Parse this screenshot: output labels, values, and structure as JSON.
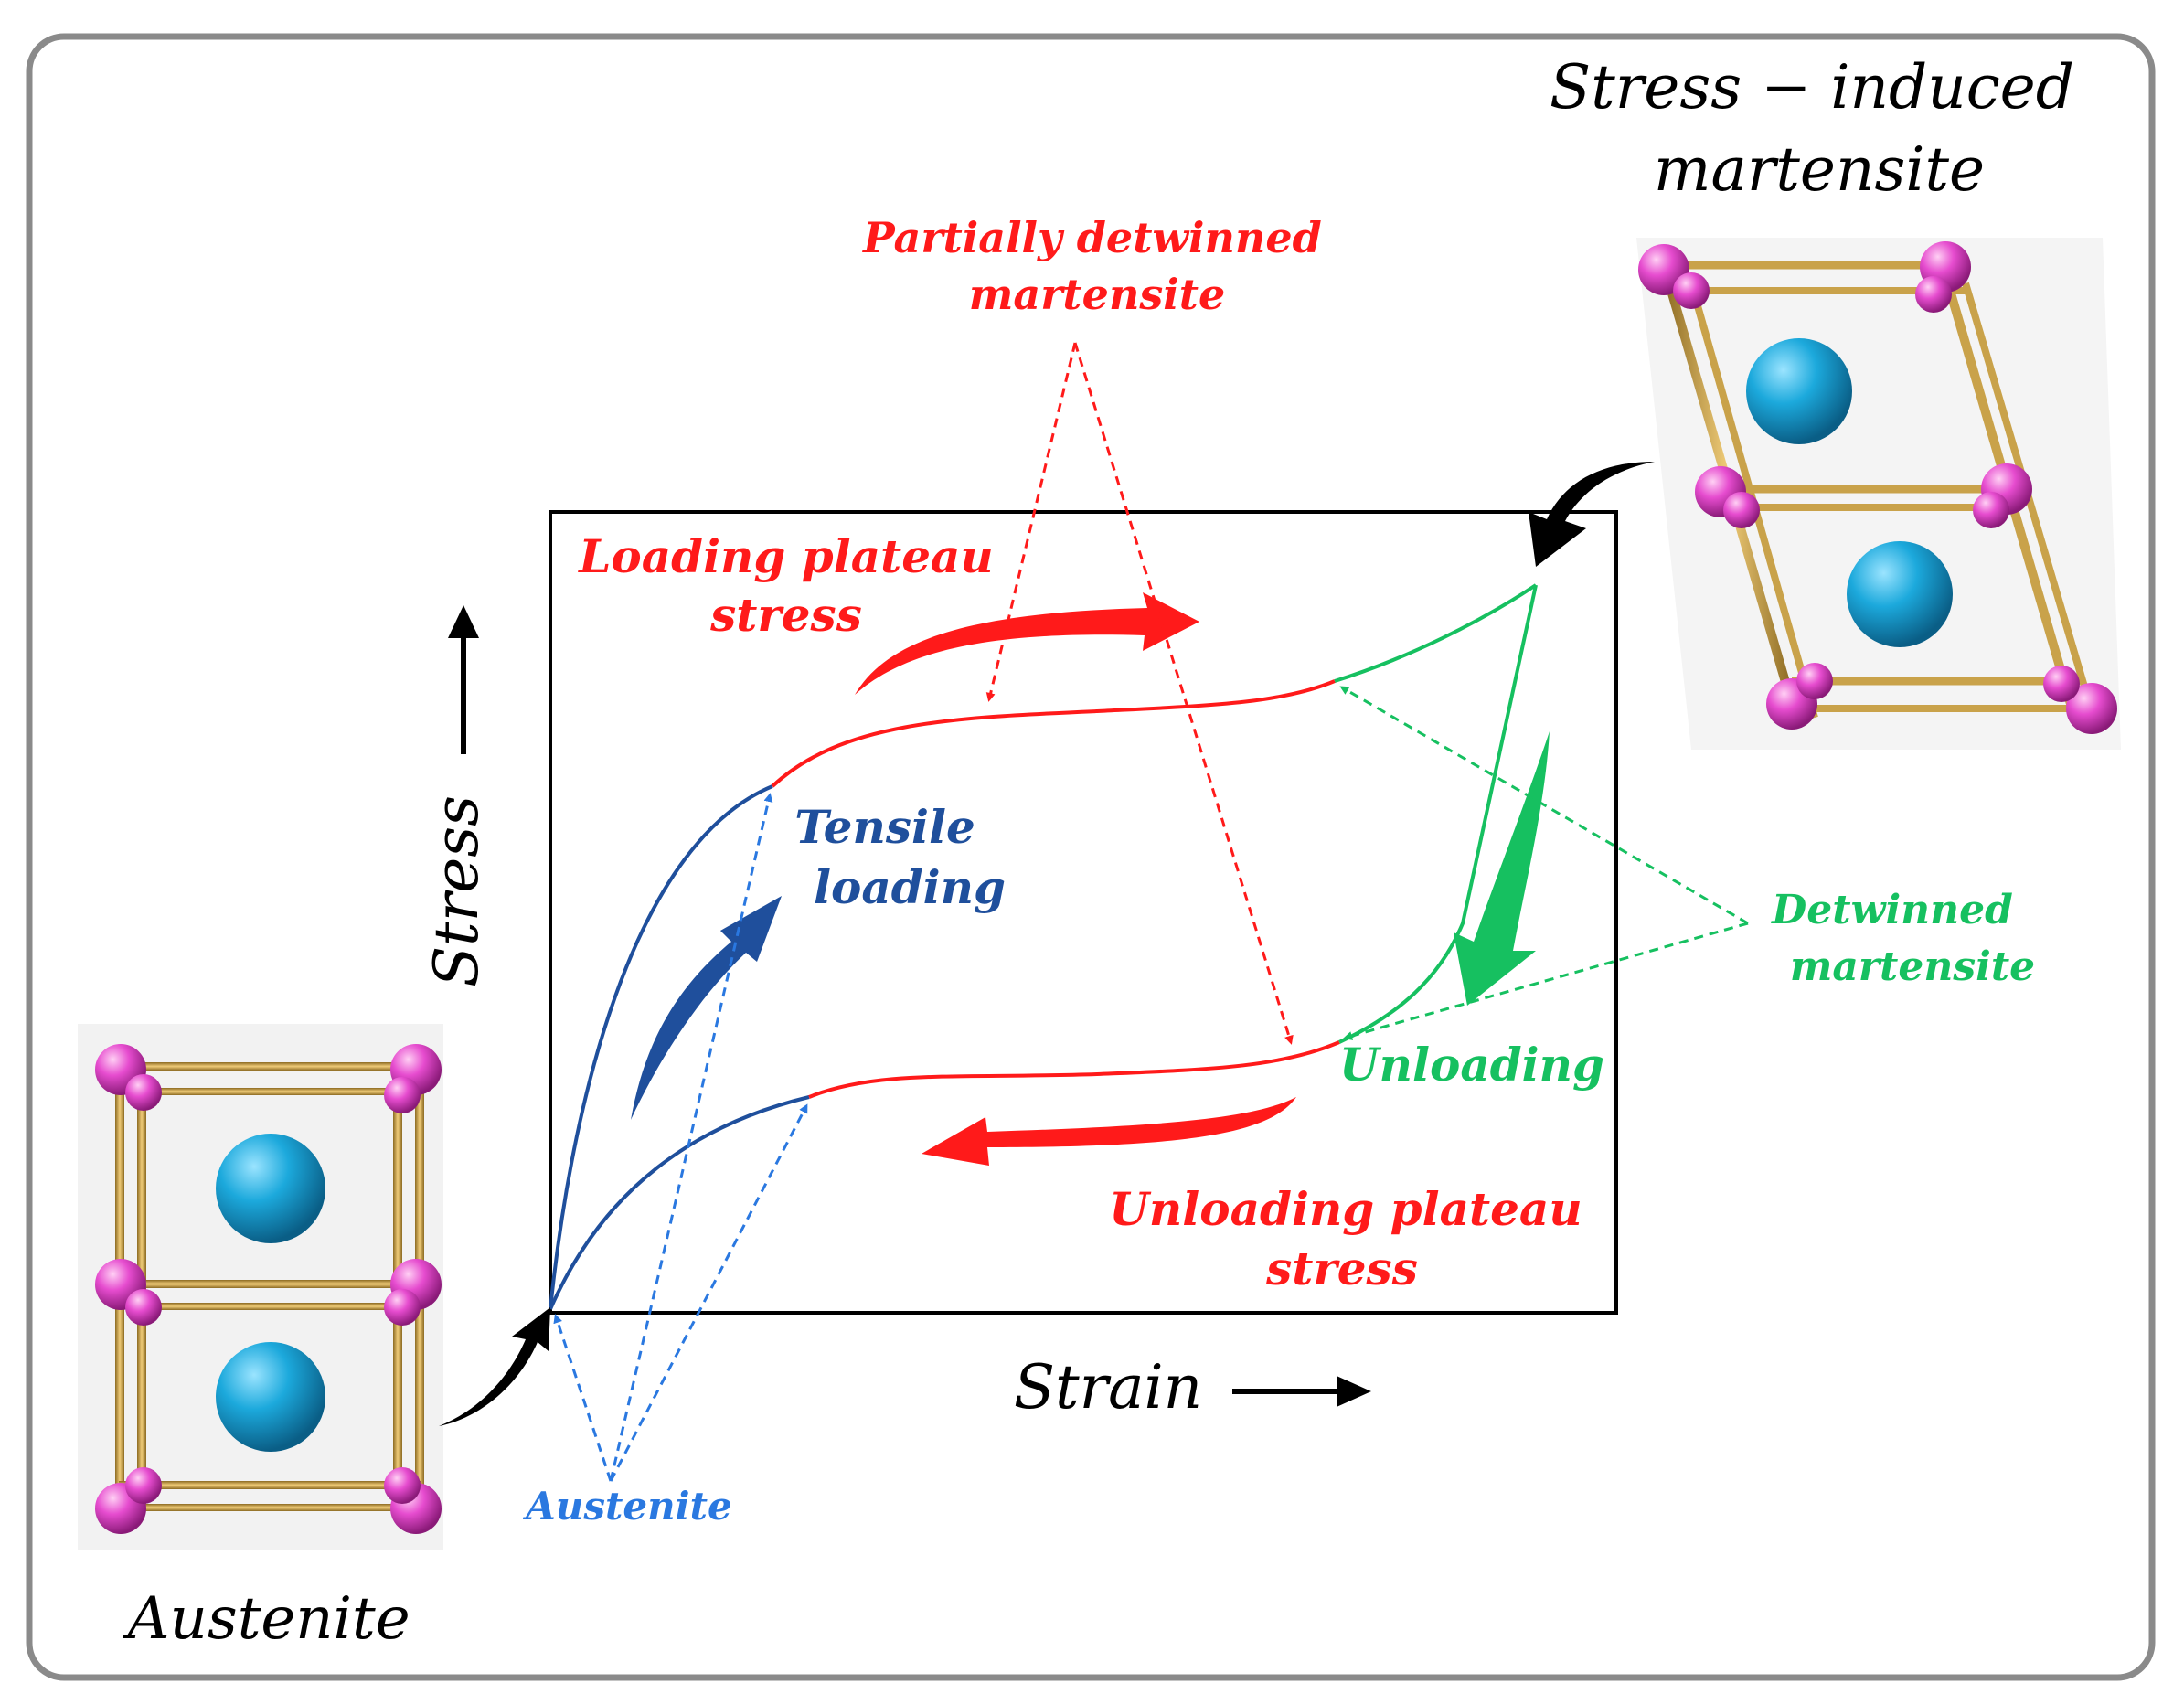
{
  "colors": {
    "frame": "#8a8a8a",
    "red": "#ff1a1a",
    "blue": "#1f4f9c",
    "blue_dash": "#2a78e0",
    "green": "#16c060",
    "black": "#000000",
    "atom_pink": "#e040c8",
    "atom_blue": "#1ba8d8",
    "bar_gold": "#c9a24a"
  },
  "labels": {
    "austenite_caption": "Austenite",
    "martensite_caption_line1": "Stress − induced",
    "martensite_caption_line2": "martensite",
    "partially_line1": "Partially detwinned",
    "partially_line2": "martensite",
    "loading_line1": "Loading plateau",
    "loading_line2": "stress",
    "tensile_line1": "Tensile",
    "tensile_line2": "loading",
    "detwinned_line1": "Detwinned",
    "detwinned_line2": "martensite",
    "unloading": "Unloading",
    "unloading_plateau_line1": "Unloading plateau",
    "unloading_plateau_line2": "stress",
    "austenite_pointer": "Austenite",
    "axis_x": "Strain",
    "axis_y": "Stress"
  },
  "icons": {
    "austenite_cell": "austenite-unit-cell",
    "martensite_cell": "martensite-unit-cell",
    "arrows": "curved-arrow"
  }
}
